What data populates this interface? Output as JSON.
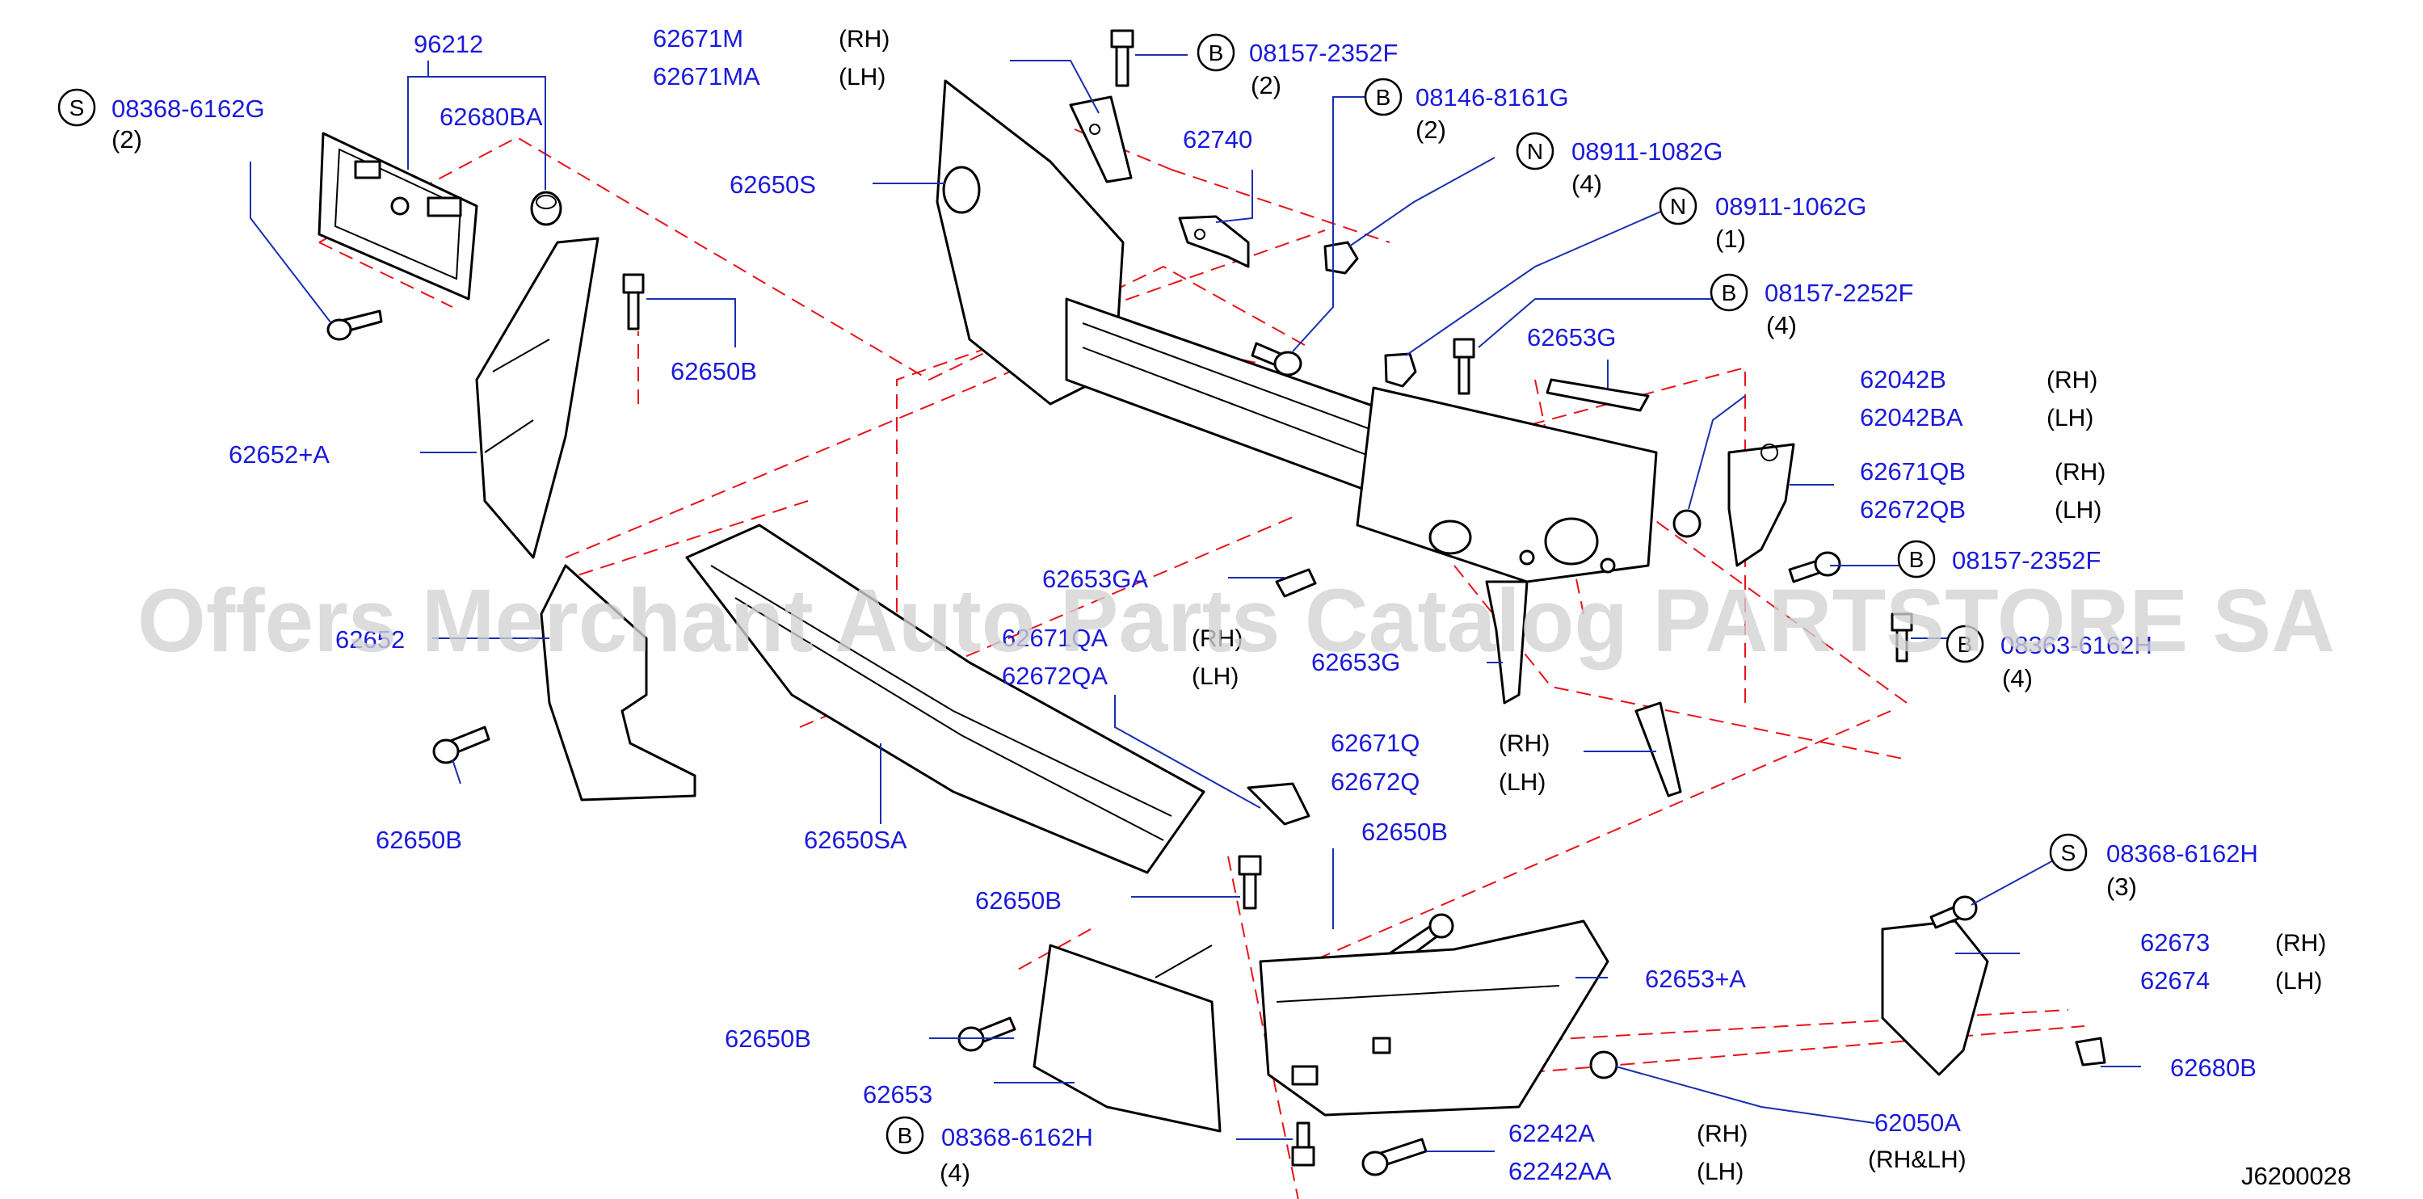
{
  "diagram": {
    "ref_code": "J6200028",
    "watermark": "Offers Merchant Auto Parts Catalog PARTSTORE SA",
    "colors": {
      "label": "#1a1adb",
      "dash": "#e8131b",
      "leader": "#1a2fb0"
    },
    "labels": {
      "p96212": "96212",
      "p62680BA": "62680BA",
      "s08368_6162G": "08368-6162G",
      "q2a": "(2)",
      "p62671M": "62671M",
      "p62671MA": "62671MA",
      "rh1": "(RH)",
      "lh1": "(LH)",
      "b08157_2352F_top": "08157-2352F",
      "q2b": "(2)",
      "b08146_8161G": "08146-8161G",
      "q2c": "(2)",
      "n08911_1082G": "08911-1082G",
      "q4a": "(4)",
      "n08911_1062G": "08911-1062G",
      "q1a": "(1)",
      "p62740": "62740",
      "p62650S": "62650S",
      "b08157_2252F": "08157-2252F",
      "q4b": "(4)",
      "p62653G_top": "62653G",
      "p62042B": "62042B",
      "rh2": "(RH)",
      "p62042BA": "62042BA",
      "lh2": "(LH)",
      "p62671QB": "62671QB",
      "rh3": "(RH)",
      "p62672QB": "62672QB",
      "lh3": "(LH)",
      "b08157_2352F_right": "08157-2352F",
      "b08363_6162H": "08363-6162H",
      "q4c": "(4)",
      "p62650B_1": "62650B",
      "p62652A": "62652+A",
      "p62653GA": "62653GA",
      "p62652": "62652",
      "p62671QA": "62671QA",
      "rh4": "(RH)",
      "p62672QA": "62672QA",
      "lh4": "(LH)",
      "p62653G_mid": "62653G",
      "p62671Q": "62671Q",
      "rh5": "(RH)",
      "p62672Q": "62672Q",
      "lh5": "(LH)",
      "p62650B_2": "62650B",
      "p62650SA": "62650SA",
      "p62650B_3": "62650B",
      "p62650B_4": "62650B",
      "s08368_6162H": "08368-6162H",
      "q3a": "(3)",
      "p62673": "62673",
      "rh6": "(RH)",
      "p62674": "62674",
      "lh6": "(LH)",
      "p62653A": "62653+A",
      "p62650B_5": "62650B",
      "p62653": "62653",
      "p62680B": "62680B",
      "p62050A": "62050A",
      "rhlh": "(RH&LH)",
      "b08368_6162H": "08368-6162H",
      "q4d": "(4)",
      "p62242A": "62242A",
      "rh7": "(RH)",
      "p62242AA": "62242AA",
      "lh7": "(LH)"
    },
    "symbols": {
      "s": "S",
      "b": "B",
      "n": "N"
    }
  }
}
